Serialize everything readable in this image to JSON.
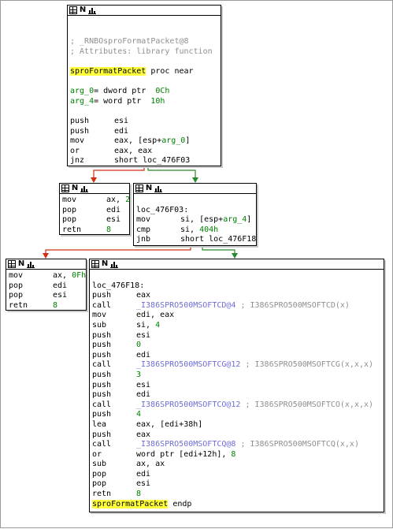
{
  "nodes": {
    "top": {
      "lines": [
        {
          "kind": "blank"
        },
        {
          "kind": "blank"
        },
        {
          "kind": "comment",
          "text": "; _RNBOsproFormatPacket@8"
        },
        {
          "kind": "comment",
          "text": "; Attributes: library function"
        },
        {
          "kind": "blank"
        },
        {
          "kind": "proc",
          "name": "sproFormatPacket",
          "rest": " proc near"
        },
        {
          "kind": "blank"
        },
        {
          "kind": "argdef",
          "name": "arg_0",
          "rest": "= dword ptr  ",
          "val": "0Ch"
        },
        {
          "kind": "argdef",
          "name": "arg_4",
          "rest": "= word ptr  ",
          "val": "10h"
        },
        {
          "kind": "blank"
        },
        {
          "kind": "ins",
          "m": "push",
          "ops": "esi"
        },
        {
          "kind": "ins",
          "m": "push",
          "ops": "edi"
        },
        {
          "kind": "insarg",
          "m": "mov",
          "pre": "eax, [esp+",
          "arg": "arg_0",
          "post": "]"
        },
        {
          "kind": "ins",
          "m": "or",
          "ops": "eax, eax"
        },
        {
          "kind": "ins",
          "m": "jnz",
          "ops": "short loc_476F03"
        }
      ]
    },
    "mid_left": {
      "lines": [
        {
          "kind": "insnum",
          "m": "mov",
          "pre": "ax, ",
          "num": "2"
        },
        {
          "kind": "ins",
          "m": "pop",
          "ops": "edi"
        },
        {
          "kind": "ins",
          "m": "pop",
          "ops": "esi"
        },
        {
          "kind": "insnum",
          "m": "retn",
          "pre": "",
          "num": "8"
        }
      ]
    },
    "mid_right": {
      "lines": [
        {
          "kind": "blank"
        },
        {
          "kind": "label",
          "text": "loc_476F03:"
        },
        {
          "kind": "insarg",
          "m": "mov",
          "pre": "si, [esp+",
          "arg": "arg_4",
          "post": "]"
        },
        {
          "kind": "insnum",
          "m": "cmp",
          "pre": "si, ",
          "num": "404h"
        },
        {
          "kind": "ins",
          "m": "jnb",
          "ops": "short loc_476F18"
        }
      ]
    },
    "bot_left": {
      "lines": [
        {
          "kind": "insnum",
          "m": "mov",
          "pre": "ax, ",
          "num": "0Fh"
        },
        {
          "kind": "ins",
          "m": "pop",
          "ops": "edi"
        },
        {
          "kind": "ins",
          "m": "pop",
          "ops": "esi"
        },
        {
          "kind": "insnum",
          "m": "retn",
          "pre": "",
          "num": "8"
        }
      ]
    },
    "bot_right": {
      "lines": [
        {
          "kind": "blank"
        },
        {
          "kind": "label",
          "text": "loc_476F18:"
        },
        {
          "kind": "ins",
          "m": "push",
          "ops": "eax"
        },
        {
          "kind": "call",
          "m": "call",
          "fn": "_I386SPRO500MSOFTCD@4",
          "cmt": " ; I386SPRO500MSOFTCD(x)"
        },
        {
          "kind": "ins",
          "m": "mov",
          "ops": "edi, eax"
        },
        {
          "kind": "insnum",
          "m": "sub",
          "pre": "si, ",
          "num": "4"
        },
        {
          "kind": "ins",
          "m": "push",
          "ops": "esi"
        },
        {
          "kind": "insnum",
          "m": "push",
          "pre": "",
          "num": "0"
        },
        {
          "kind": "ins",
          "m": "push",
          "ops": "edi"
        },
        {
          "kind": "call",
          "m": "call",
          "fn": "_I386SPRO500MSOFTCG@12",
          "cmt": " ; I386SPRO500MSOFTCG(x,x,x)"
        },
        {
          "kind": "insnum",
          "m": "push",
          "pre": "",
          "num": "3"
        },
        {
          "kind": "ins",
          "m": "push",
          "ops": "esi"
        },
        {
          "kind": "ins",
          "m": "push",
          "ops": "edi"
        },
        {
          "kind": "call",
          "m": "call",
          "fn": "_I386SPRO500MSOFTCO@12",
          "cmt": " ; I386SPRO500MSOFTCO(x,x,x)"
        },
        {
          "kind": "insnum",
          "m": "push",
          "pre": "",
          "num": "4"
        },
        {
          "kind": "ins",
          "m": "lea",
          "ops": "eax, [edi+38h]"
        },
        {
          "kind": "ins",
          "m": "push",
          "ops": "eax"
        },
        {
          "kind": "call",
          "m": "call",
          "fn": "_I386SPRO500MSOFTCQ@8",
          "cmt": " ; I386SPRO500MSOFTCQ(x,x)"
        },
        {
          "kind": "insnum",
          "m": "or",
          "pre": "word ptr [edi+12h], ",
          "num": "8"
        },
        {
          "kind": "ins",
          "m": "sub",
          "ops": "ax, ax"
        },
        {
          "kind": "ins",
          "m": "pop",
          "ops": "edi"
        },
        {
          "kind": "ins",
          "m": "pop",
          "ops": "esi"
        },
        {
          "kind": "insnum",
          "m": "retn",
          "pre": "",
          "num": "8"
        },
        {
          "kind": "proc",
          "name": "sproFormatPacket",
          "rest": " endp"
        }
      ]
    }
  },
  "colors": {
    "branch_true": "#2a8a2a",
    "branch_false": "#d03010",
    "highlight": "#ffff3c"
  }
}
